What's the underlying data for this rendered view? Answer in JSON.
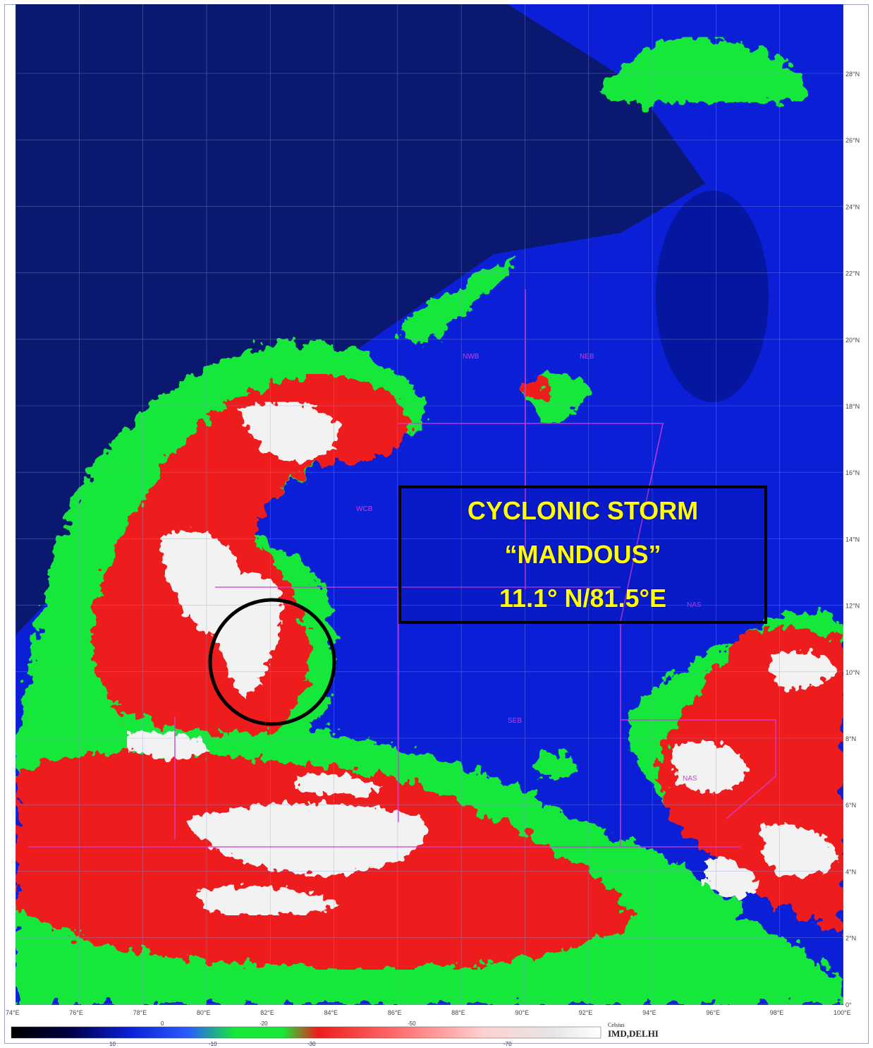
{
  "map": {
    "product": "satellite infrared image",
    "colors": {
      "ocean_clear": "#0a1fd6",
      "land_clear": "#0b1870",
      "cloud_green": "#18e83a",
      "cloud_red": "#ee1c1c",
      "cloud_white": "#f2f2f2",
      "borders": "#c88a5a",
      "bulletin_boundary": "#d23cd8"
    },
    "lat_labels": [
      "28°N",
      "26°N",
      "24°N",
      "22°N",
      "20°N",
      "18°N",
      "16°N",
      "14°N",
      "12°N",
      "10°N",
      "8°N",
      "6°N",
      "4°N",
      "2°N",
      "0°"
    ],
    "lon_labels": [
      "74°E",
      "76°E",
      "78°E",
      "80°E",
      "82°E",
      "84°E",
      "86°E",
      "88°E",
      "90°E",
      "92°E",
      "94°E",
      "96°E",
      "98°E",
      "100°E"
    ],
    "region_labels": [
      "NWB",
      "NEB",
      "WCB",
      "NAS",
      "SEB",
      "NAS"
    ],
    "colorbar": {
      "labels_top": [
        "0",
        "-20",
        "-50"
      ],
      "labels_bottom": [
        "10",
        "-10",
        "-30",
        "-70"
      ],
      "units": "Celsius",
      "credit": "IMD,DELHI"
    }
  },
  "storm": {
    "title": "CYCLONIC STORM",
    "name": "“MANDOUS”",
    "position": "11.1° N/81.5°E",
    "marker": "black-circle"
  }
}
